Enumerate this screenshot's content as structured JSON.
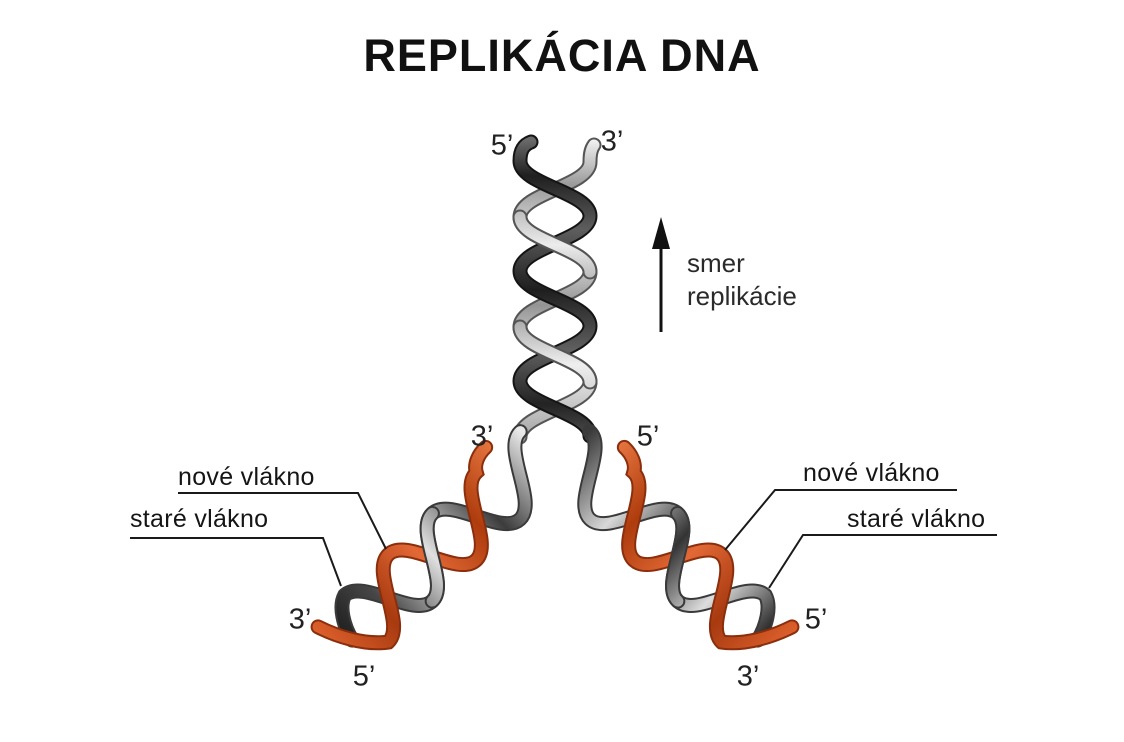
{
  "title": "REPLIKÁCIA DNA",
  "direction": {
    "line1": "smer",
    "line2": "replikácie"
  },
  "labels": {
    "left": {
      "new": "nové vlákno",
      "old": "staré vlákno"
    },
    "right": {
      "new": "nové vlákno",
      "old": "staré vlákno"
    }
  },
  "primes": {
    "top_left": "5’",
    "top_right": "3’",
    "fork_left": "3’",
    "fork_right": "5’",
    "bottom_left_new": "3’",
    "bottom_left_old": "5’",
    "bottom_right_new": "5’",
    "bottom_right_old": "3’"
  },
  "colors": {
    "new_strand": "#d2501f",
    "old_strand_light": "#d8d8d8",
    "old_strand_dark": "#2b2b2b",
    "text": "#151515",
    "background": "#ffffff"
  }
}
